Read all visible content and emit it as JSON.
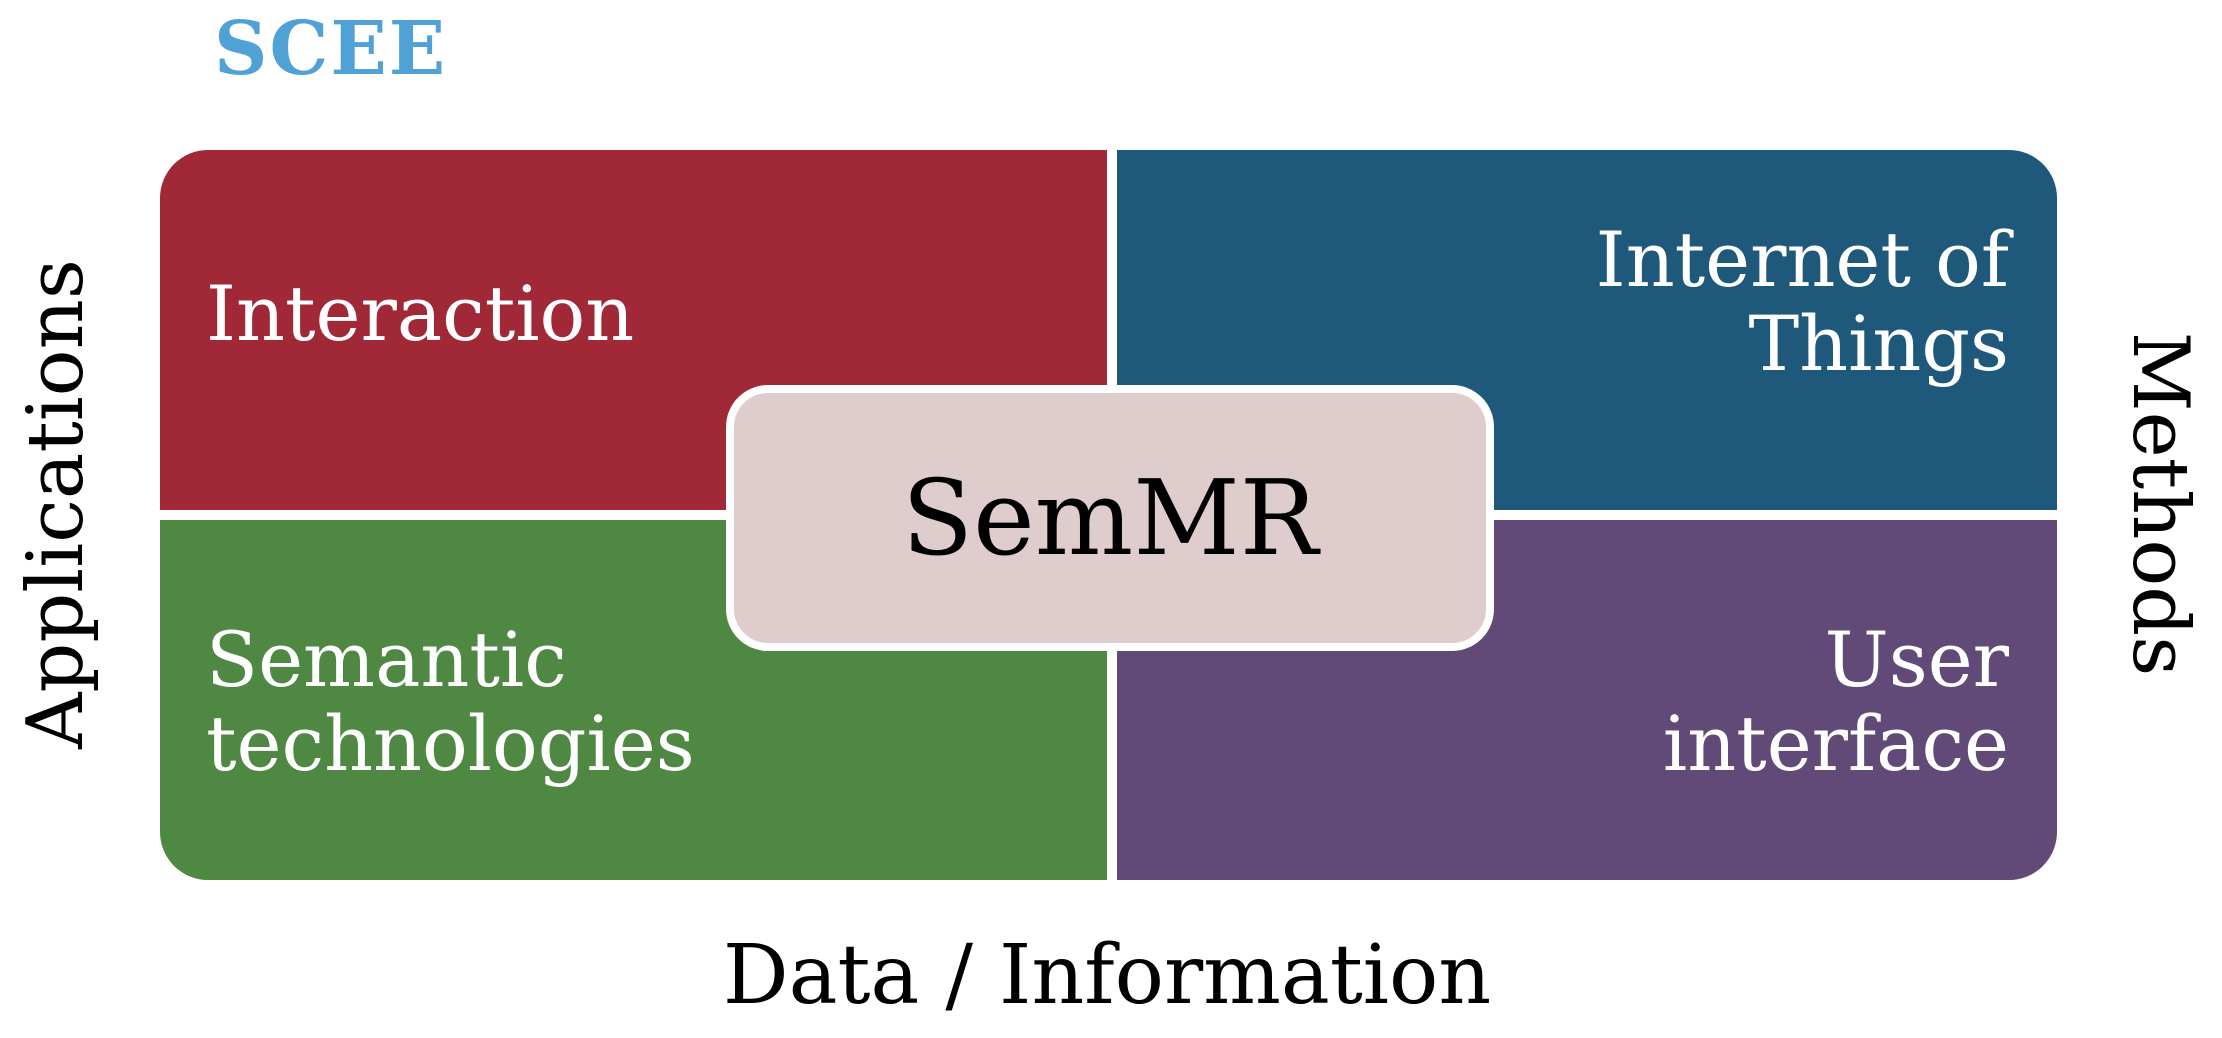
{
  "logo": {
    "text": "SCEE",
    "color": "#4fa1d6"
  },
  "axes": {
    "left": "Applications",
    "right": "Methods",
    "bottom": "Data / Information"
  },
  "quadrants": {
    "top_left": {
      "lines": [
        "Interaction"
      ],
      "color": "#a02837"
    },
    "top_right": {
      "lines": [
        "Internet of",
        "Things"
      ],
      "color": "#1e587b"
    },
    "bottom_left": {
      "lines": [
        "Semantic",
        "technologies"
      ],
      "color": "#4f8842"
    },
    "bottom_right": {
      "lines": [
        "User",
        "interface"
      ],
      "color": "#614a78"
    }
  },
  "center": {
    "text": "SemMR",
    "color": "#dfcdcd"
  }
}
